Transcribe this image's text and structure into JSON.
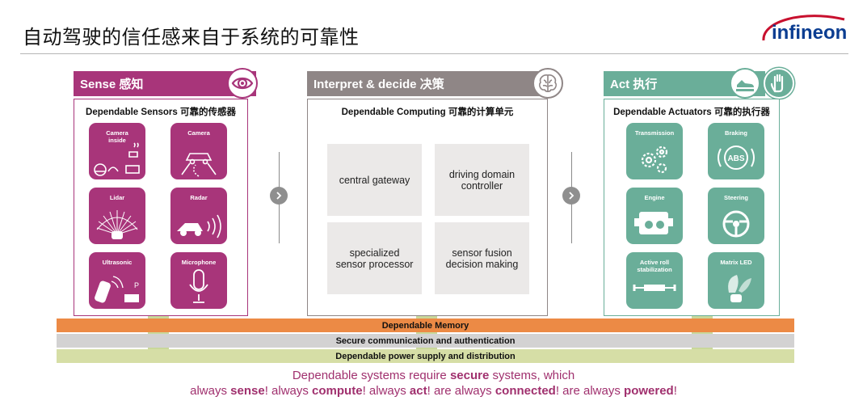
{
  "slide": {
    "title": "自动驾驶的信任感来自于系统的可靠性",
    "logo_text": "infineon"
  },
  "columns": {
    "sense": {
      "header": "Sense 感知",
      "subtitle": "Dependable Sensors 可靠的传感器",
      "color": "#a8357a",
      "icon": "eye-icon",
      "tiles": [
        {
          "label": "Camera\ninside",
          "icon": "driver-camera-icon"
        },
        {
          "label": "Camera",
          "icon": "road-camera-icon"
        },
        {
          "label": "Lidar",
          "icon": "lidar-icon"
        },
        {
          "label": "Radar",
          "icon": "radar-icon"
        },
        {
          "label": "Ultrasonic",
          "icon": "ultrasonic-parking-icon"
        },
        {
          "label": "Microphone",
          "icon": "microphone-icon"
        }
      ]
    },
    "interpret": {
      "header": "Interpret & decide 决策",
      "subtitle": "Dependable Computing 可靠的计算单元",
      "color": "#8f8686",
      "icon": "brain-icon",
      "boxes": [
        "central gateway",
        "driving domain\ncontroller",
        "specialized\nsensor processor",
        "sensor fusion\ndecision making"
      ]
    },
    "act": {
      "header": "Act 执行",
      "subtitle": "Dependable Actuators 可靠的执行器",
      "color": "#6aae99",
      "icons": [
        "shoe-pedal-icon",
        "hand-stop-icon"
      ],
      "tiles": [
        {
          "label": "Transmission",
          "icon": "gears-icon"
        },
        {
          "label": "Braking",
          "icon": "abs-icon"
        },
        {
          "label": "Engine",
          "icon": "engine-icon"
        },
        {
          "label": "Steering",
          "icon": "steering-wheel-icon"
        },
        {
          "label": "Active roll\nstabilization",
          "icon": "roll-stabilizer-icon"
        },
        {
          "label": "Matrix LED",
          "icon": "headlight-icon"
        }
      ]
    }
  },
  "bands": [
    {
      "label": "Dependable Memory",
      "color": "#ec8a45"
    },
    {
      "label": "Secure communication and authentication",
      "color": "#d3d2d2"
    },
    {
      "label": "Dependable power supply and distribution",
      "color": "#d6dea6"
    }
  ],
  "footer": {
    "line1": {
      "pre": "Dependable systems require ",
      "bold": "secure",
      "post": " systems, which"
    },
    "line2": {
      "p1": "always ",
      "b1": "sense",
      "p2": "! always ",
      "b2": "compute",
      "p3": "! always ",
      "b3": "act",
      "p4": "! are always ",
      "b4": "connected",
      "p5": "! are always ",
      "b5": "powered",
      "p6": "!"
    }
  }
}
